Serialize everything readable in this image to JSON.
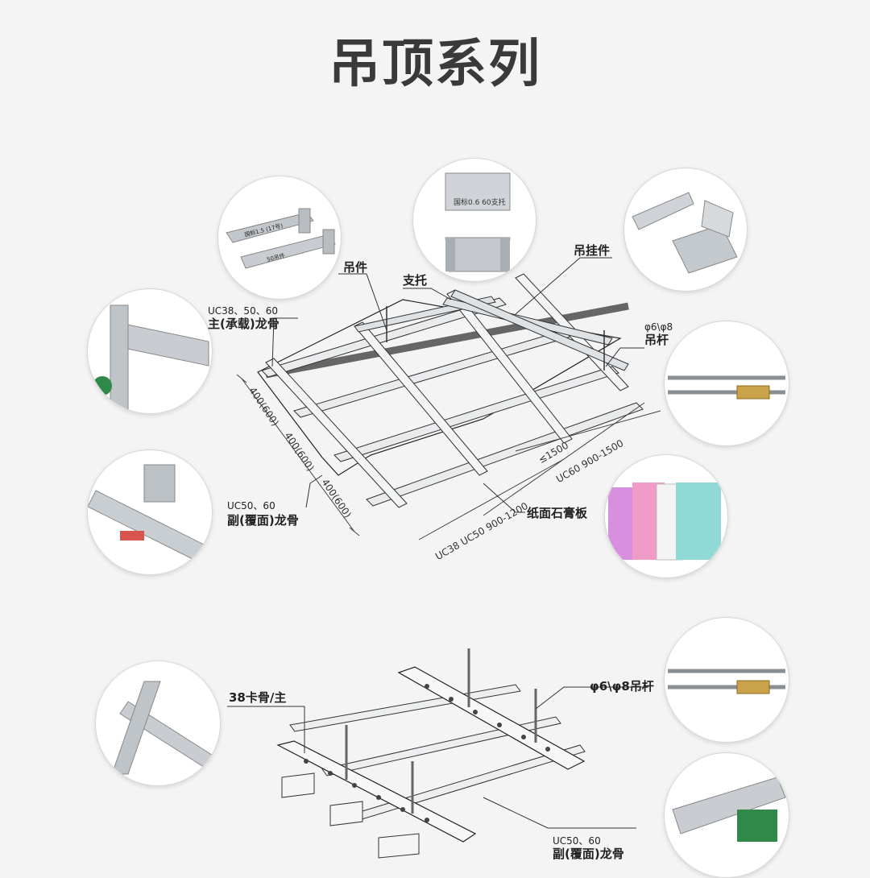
{
  "title": "吊顶系列",
  "top": {
    "labels": {
      "diaojian": "吊件",
      "zhituo": "支托",
      "diaoguajian": "吊挂件",
      "main_spec": "UC38、50、60",
      "main_name": "主(承载)龙骨",
      "rod_spec": "φ6\\φ8",
      "rod_name": "吊杆",
      "sub_spec": "UC50、60",
      "sub_name": "副(覆面)龙骨",
      "board": "纸面石膏板"
    },
    "dimensions": {
      "d1": "400(600)",
      "d2": "400(600)",
      "d3": "400(600)",
      "max_span": "≤1500",
      "uc60": "UC60 900-1500",
      "uc38": "UC38 UC50 900-1200"
    },
    "photo_text": {
      "clip_stamp": "国标1.5 (17号)",
      "clip_stamp_2": "50吊件",
      "support_stamp": "国标0.6 60支托"
    }
  },
  "bottom": {
    "labels": {
      "card_main": "38卡骨/主",
      "rod": "φ6\\φ8吊杆",
      "sub_spec": "UC50、60",
      "sub_name": "副(覆面)龙骨"
    }
  },
  "colors": {
    "title": "#3a3a3a",
    "line": "#444444",
    "metal": "#b9bec4",
    "board_pink": "#f09bc8",
    "board_violet": "#d98fe0",
    "board_cyan": "#8fdad6"
  }
}
